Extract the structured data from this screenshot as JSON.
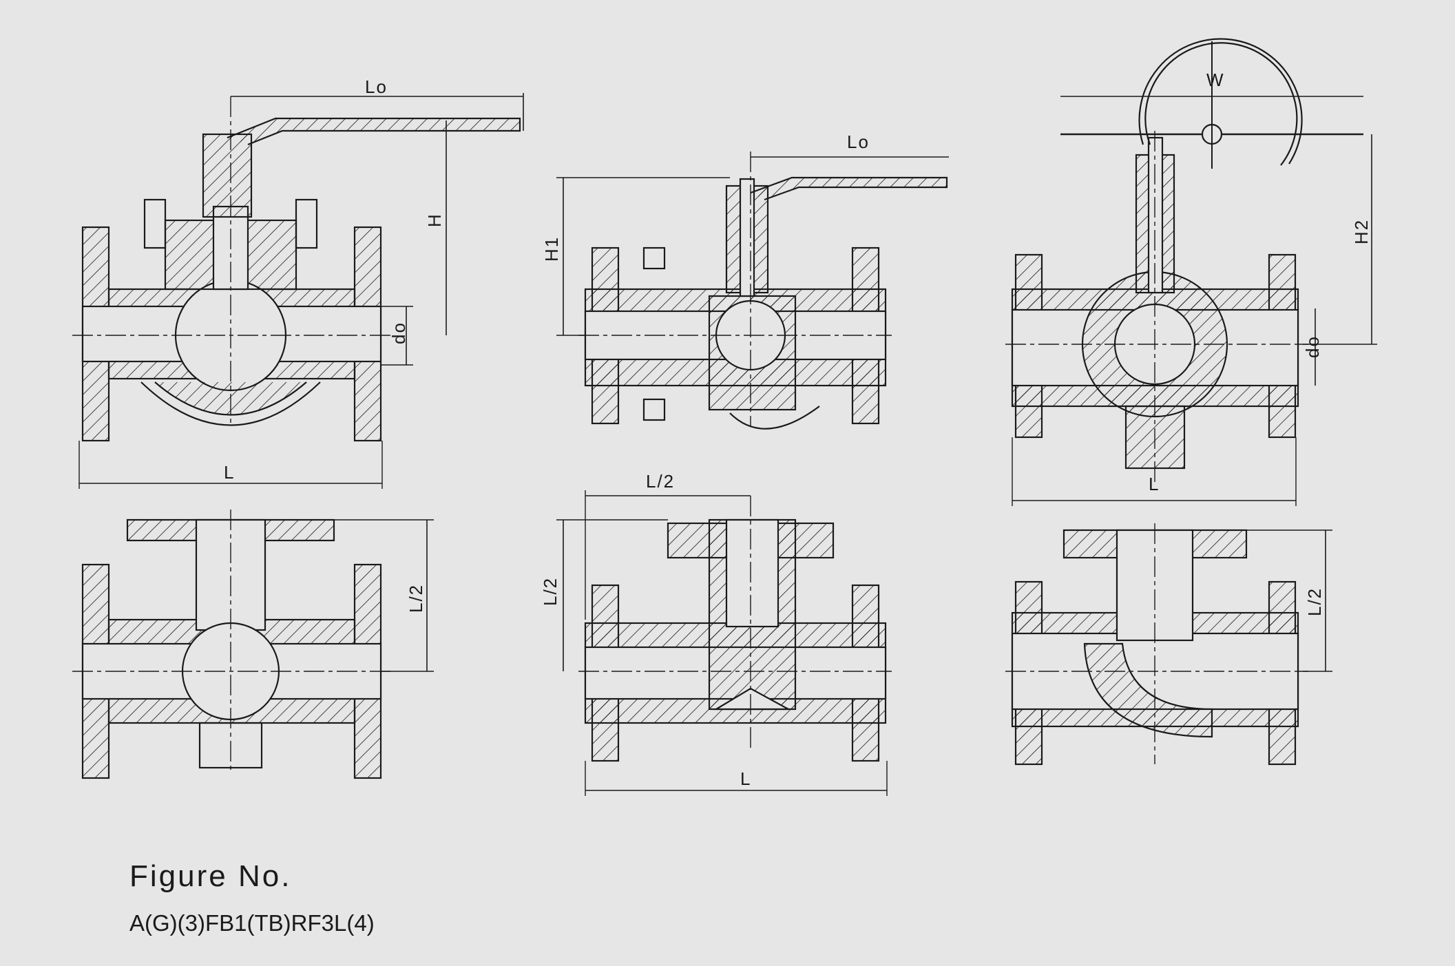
{
  "views": {
    "front_left": {
      "dim_top": "Lo",
      "dim_height": "H",
      "dim_bore": "do",
      "dim_length": "L"
    },
    "front_middle": {
      "dim_top": "Lo",
      "dim_height": "H1"
    },
    "front_right": {
      "dim_height": "H2",
      "dim_bore": "do",
      "dim_length": "L",
      "handwheel_mark": "W"
    },
    "bottom_left": {
      "dim_half": "L/2"
    },
    "bottom_middle": {
      "dim_half_top": "L/2",
      "dim_half_side": "L/2",
      "dim_length": "L"
    },
    "bottom_right": {
      "dim_half": "L/2"
    }
  },
  "caption": {
    "title": "Figure No.",
    "code": "A(G)(3)FB1(TB)RF3L(4)"
  },
  "colors": {
    "background": "#e6e6e6",
    "line": "#1a1a1a"
  }
}
